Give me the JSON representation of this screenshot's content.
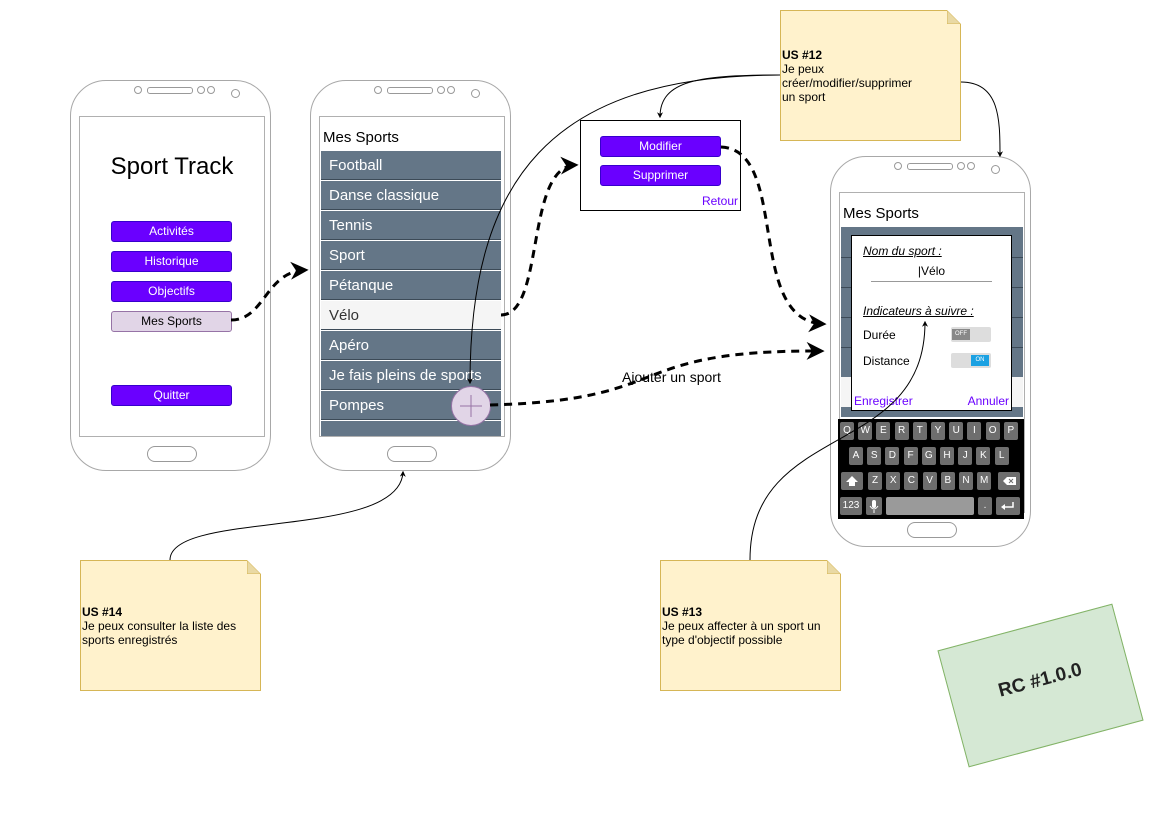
{
  "phone1": {
    "app_title": "Sport Track",
    "buttons": [
      "Activités",
      "Historique",
      "Objectifs",
      "Mes Sports",
      "Quitter"
    ]
  },
  "phone2": {
    "title": "Mes Sports",
    "items": [
      "Football",
      "Danse classique",
      "Tennis",
      "Sport",
      "Pétanque",
      "Vélo",
      "Apéro",
      "Je fais pleins de sports",
      "Pompes"
    ]
  },
  "context_menu": {
    "modify": "Modifier",
    "delete": "Supprimer",
    "back": "Retour"
  },
  "phone3": {
    "title": "Mes Sports",
    "dialog": {
      "name_label": "Nom du sport :",
      "name_value": "|Vélo",
      "indicators_label": "Indicateurs à suivre :",
      "indicators": [
        {
          "label": "Durée",
          "state": "OFF"
        },
        {
          "label": "Distance",
          "state": "ON"
        }
      ],
      "save": "Enregistrer",
      "cancel": "Annuler"
    },
    "keyboard": {
      "row1": [
        "Q",
        "W",
        "E",
        "R",
        "T",
        "Y",
        "U",
        "I",
        "O",
        "P"
      ],
      "row2": [
        "A",
        "S",
        "D",
        "F",
        "G",
        "H",
        "J",
        "K",
        "L"
      ],
      "row3": [
        "Z",
        "X",
        "C",
        "V",
        "B",
        "N",
        "M"
      ],
      "numbers_key": "123",
      "period_key": "."
    }
  },
  "edge_label_add": "Ajouter un sport",
  "notes": {
    "us12": {
      "title": "US #12",
      "text": "Je peux créer/modifier/supprimer un sport"
    },
    "us14": {
      "title": "US #14",
      "text": "Je peux consulter la liste des sports enregistrés"
    },
    "us13": {
      "title": "US #13",
      "text": "Je peux affecter à un sport un type d'objectif possible"
    }
  },
  "release_note": "RC #1.0.0",
  "colors": {
    "button_primary": "#6a00ff",
    "button_selected": "#e1d5e7",
    "list_item": "#647687",
    "note_fill": "#fff2cc",
    "release_fill": "#d5e8d4",
    "toggle_on": "#1ba1e2"
  }
}
